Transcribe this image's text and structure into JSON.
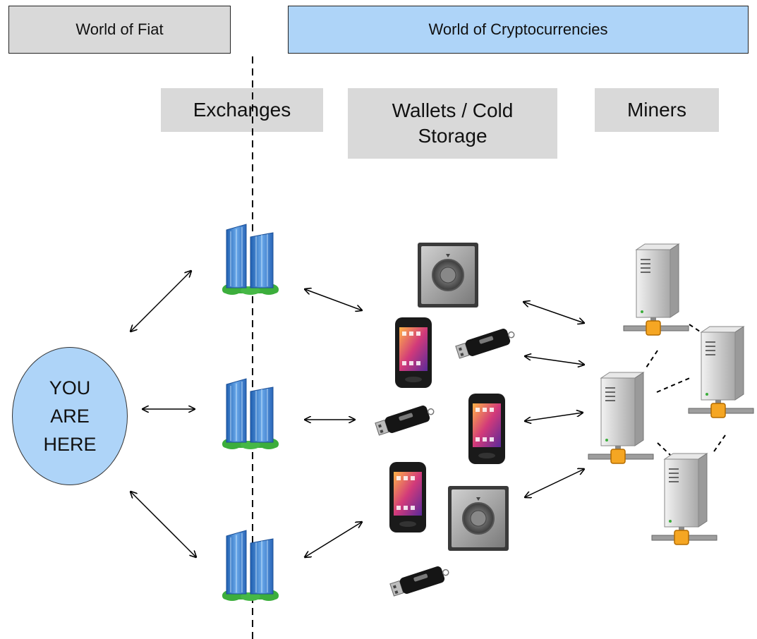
{
  "headers": {
    "fiat": "World of Fiat",
    "crypto": "World of Cryptocurrencies"
  },
  "categories": {
    "exchanges": "Exchanges",
    "wallets_line1": "Wallets / Cold",
    "wallets_line2": "Storage",
    "miners": "Miners"
  },
  "you_are_here": [
    "YOU",
    "ARE",
    "HERE"
  ],
  "colors": {
    "fiat_fill": "#d9d9d9",
    "crypto_fill": "#aed4f8",
    "building_blue": "#3f7fcf",
    "grass_green": "#3cae3c",
    "server_grey": "#c8c8c8",
    "connector_orange": "#f5a623"
  },
  "icons": [
    "building-icon",
    "safe-icon",
    "smartphone-icon",
    "usb-stick-icon",
    "server-icon",
    "bidirectional-arrow"
  ]
}
